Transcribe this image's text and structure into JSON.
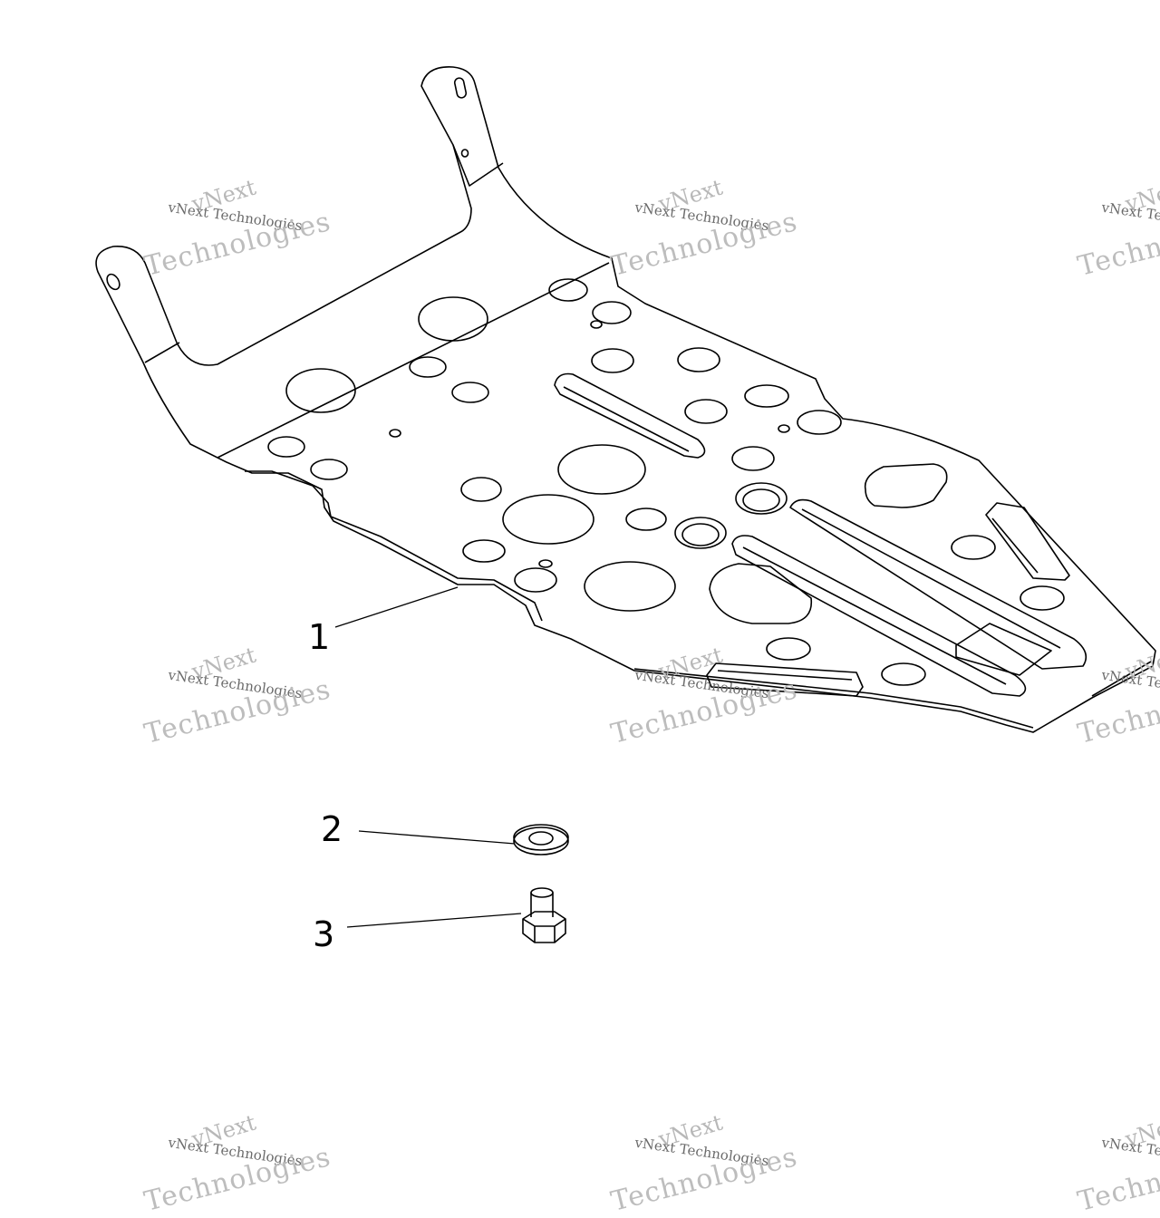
{
  "callouts": {
    "c1": "1",
    "c2": "2",
    "c3": "3"
  },
  "watermark": {
    "brand": "vNext",
    "full": "vNext Technologies",
    "word": "Technologies"
  },
  "colors": {
    "line": "#000000",
    "background": "#ffffff",
    "watermark": "#9a9a9a"
  }
}
